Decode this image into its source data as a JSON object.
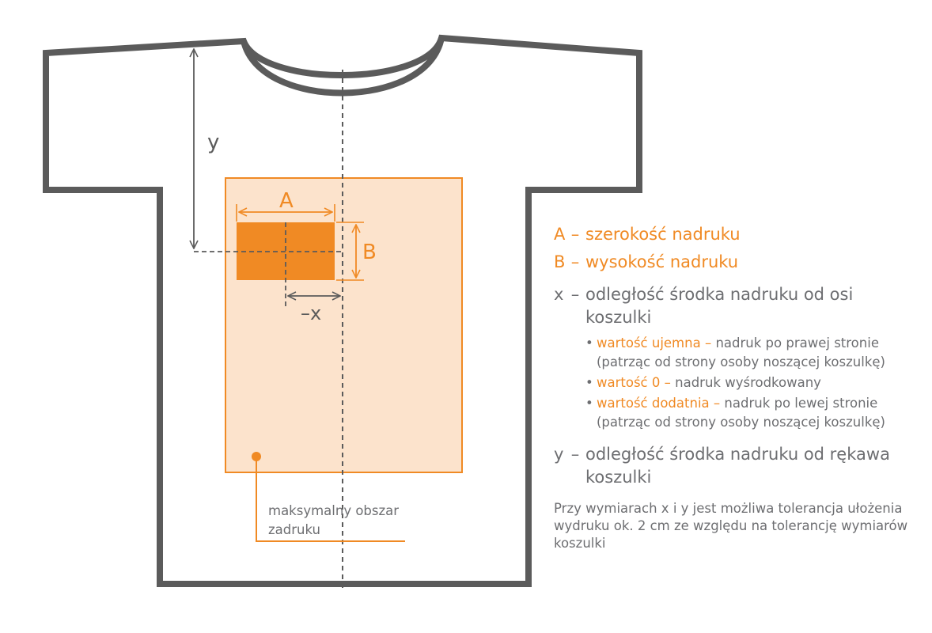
{
  "colors": {
    "accent": "#f08a24",
    "print_area_fill": "#fce3cc",
    "outline": "#5b5b5b",
    "text": "#6d6e71"
  },
  "diagram": {
    "label_y": "y",
    "label_A": "A",
    "label_B": "B",
    "label_x": "–x",
    "max_area_line1": "maksymalny obszar",
    "max_area_line2": "zadruku"
  },
  "legend": {
    "A": {
      "key": "A",
      "dash": "–",
      "text": "szerokość nadruku"
    },
    "B": {
      "key": "B",
      "dash": "–",
      "text": "wysokość nadruku"
    },
    "x": {
      "key": "x",
      "dash": "–",
      "text": "odległość środka nadruku od osi koszulki"
    },
    "x_items": [
      {
        "term": "wartość ujemna",
        "sep": " – ",
        "desc": "nadruk po prawej stronie (patrząc od strony osoby noszącej koszulkę)"
      },
      {
        "term": "wartość 0",
        "sep": " – ",
        "desc": "nadruk wyśrodkowany"
      },
      {
        "term": "wartość dodatnia",
        "sep": " – ",
        "desc": "nadruk po lewej stronie (patrząc od strony osoby noszącej koszulkę)"
      }
    ],
    "y": {
      "key": "y",
      "dash": "–",
      "text": "odległość środka nadruku od rękawa koszulki"
    },
    "note": "Przy wymiarach x i y jest możliwa tolerancja ułożenia wydruku ok. 2 cm ze względu na tolerancję wymiarów koszulki"
  }
}
